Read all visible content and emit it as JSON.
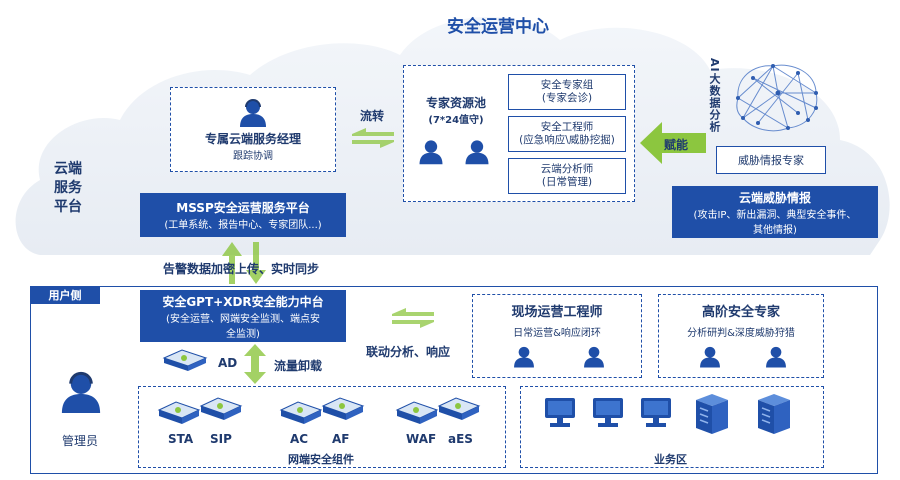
{
  "cloud": {
    "title": "安全运营中心",
    "platform_label_lines": [
      "云端",
      "服务",
      "平台"
    ],
    "manager": {
      "title": "专属云端服务经理",
      "subtitle": "跟踪协调"
    },
    "flow_label": "流转",
    "expert_pool": {
      "title": "专家资源池",
      "subtitle": "(7*24值守)",
      "roles": [
        {
          "line1": "安全专家组",
          "line2": "(专家会诊)"
        },
        {
          "line1": "安全工程师",
          "line2": "(应急响应\\威胁挖掘)"
        },
        {
          "line1": "云端分析师",
          "line2": "(日常管理)"
        }
      ]
    },
    "empower_label": "赋能",
    "ai_label": "AI大数据分析",
    "intel_expert_label": "威胁情报专家",
    "mssp": {
      "title": "MSSP安全运营服务平台",
      "subtitle": "(工单系统、报告中心、专家团队...)"
    },
    "intel": {
      "title": "云端威胁情报",
      "lines": [
        "(攻击IP、新出漏洞、典型安全事件、",
        "其他情报)"
      ]
    }
  },
  "sync_label": "告警数据加密上传、实时同步",
  "user": {
    "tag": "用户侧",
    "gpt": {
      "title": "安全GPT+XDR安全能力中台",
      "lines": [
        "(安全运营、网端安全监测、端点安",
        "全监测)"
      ]
    },
    "ad_label": "AD",
    "traffic_label": "流量卸载",
    "linkage_label": "联动分析、响应",
    "onsite": {
      "title": "现场运营工程师",
      "subtitle": "日常运营&响应闭环"
    },
    "senior": {
      "title": "高阶安全专家",
      "subtitle": "分析研判&深度威胁狩猎"
    },
    "admin_label": "管理员",
    "devices": [
      "STA",
      "SIP",
      "AC",
      "AF",
      "WAF",
      "aES"
    ],
    "network_group_label": "网端安全组件",
    "business_label": "业务区"
  },
  "colors": {
    "primary": "#1f4fa8",
    "cloud": "#eef2f7",
    "arrow": "#8cc63f"
  }
}
